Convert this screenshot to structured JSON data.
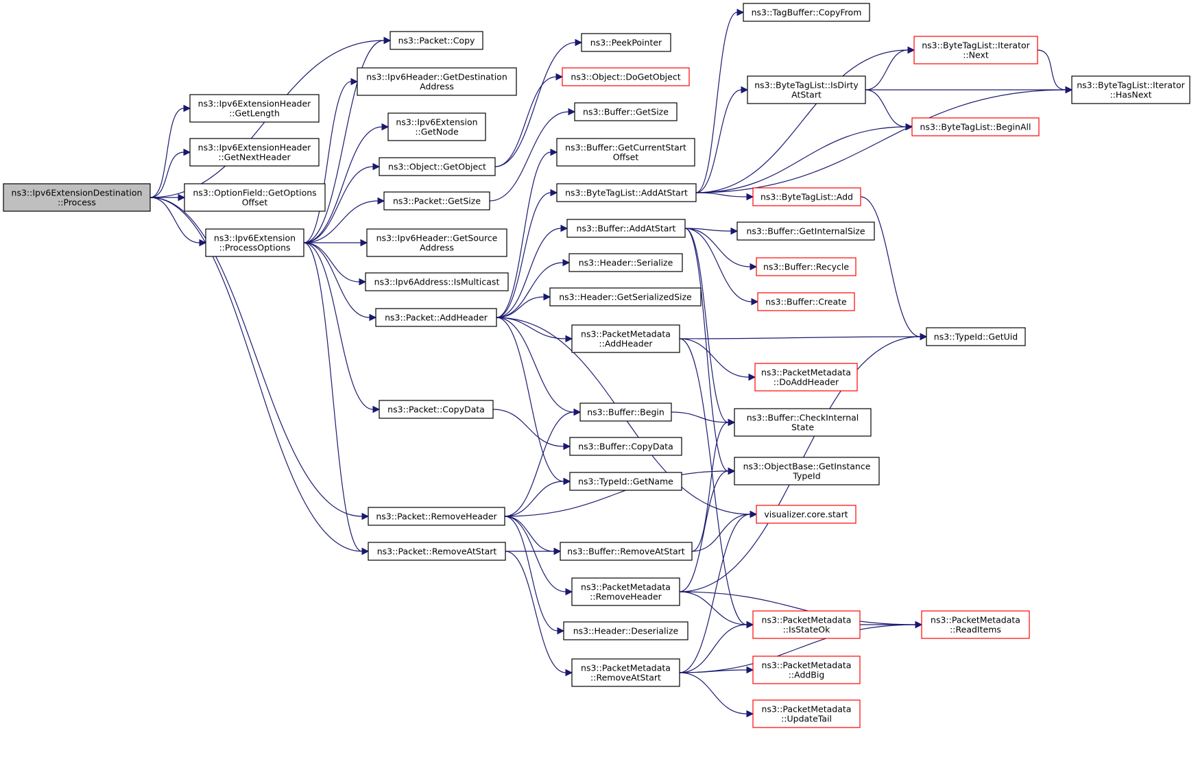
{
  "colors": {
    "edge": "#191970",
    "normal_border": "#000000",
    "truncated_border": "#ff0000",
    "root_fill": "#bfbfbf",
    "fill": "#ffffff"
  },
  "nodes": [
    {
      "id": "root",
      "label": [
        "ns3::Ipv6ExtensionDestination",
        "::Process"
      ],
      "kind": "root"
    },
    {
      "id": "copy",
      "label": [
        "ns3::Packet::Copy"
      ],
      "kind": "normal"
    },
    {
      "id": "getlength",
      "label": [
        "ns3::Ipv6ExtensionHeader",
        "::GetLength"
      ],
      "kind": "normal"
    },
    {
      "id": "getnexthdr",
      "label": [
        "ns3::Ipv6ExtensionHeader",
        "::GetNextHeader"
      ],
      "kind": "normal"
    },
    {
      "id": "optfield",
      "label": [
        "ns3::OptionField::GetOptions",
        "Offset"
      ],
      "kind": "normal"
    },
    {
      "id": "procopts",
      "label": [
        "ns3::Ipv6Extension",
        "::ProcessOptions"
      ],
      "kind": "normal"
    },
    {
      "id": "getdest",
      "label": [
        "ns3::Ipv6Header::GetDestination",
        "Address"
      ],
      "kind": "normal"
    },
    {
      "id": "getnode",
      "label": [
        "ns3::Ipv6Extension",
        "::GetNode"
      ],
      "kind": "normal"
    },
    {
      "id": "getobject",
      "label": [
        "ns3::Object::GetObject"
      ],
      "kind": "normal"
    },
    {
      "id": "pktgetsize",
      "label": [
        "ns3::Packet::GetSize"
      ],
      "kind": "normal"
    },
    {
      "id": "getsrc",
      "label": [
        "ns3::Ipv6Header::GetSource",
        "Address"
      ],
      "kind": "normal"
    },
    {
      "id": "ismcast",
      "label": [
        "ns3::Ipv6Address::IsMulticast"
      ],
      "kind": "normal"
    },
    {
      "id": "addheader",
      "label": [
        "ns3::Packet::AddHeader"
      ],
      "kind": "normal"
    },
    {
      "id": "copydata",
      "label": [
        "ns3::Packet::CopyData"
      ],
      "kind": "normal"
    },
    {
      "id": "removeheader",
      "label": [
        "ns3::Packet::RemoveHeader"
      ],
      "kind": "normal"
    },
    {
      "id": "removeatstart",
      "label": [
        "ns3::Packet::RemoveAtStart"
      ],
      "kind": "normal"
    },
    {
      "id": "peekptr",
      "label": [
        "ns3::PeekPointer"
      ],
      "kind": "normal"
    },
    {
      "id": "dogetobj",
      "label": [
        "ns3::Object::DoGetObject"
      ],
      "kind": "truncated"
    },
    {
      "id": "bufgetsize",
      "label": [
        "ns3::Buffer::GetSize"
      ],
      "kind": "normal"
    },
    {
      "id": "bufcurstart",
      "label": [
        "ns3::Buffer::GetCurrentStart",
        "Offset"
      ],
      "kind": "normal"
    },
    {
      "id": "btladdatstart",
      "label": [
        "ns3::ByteTagList::AddAtStart"
      ],
      "kind": "normal"
    },
    {
      "id": "bufaddatstart",
      "label": [
        "ns3::Buffer::AddAtStart"
      ],
      "kind": "normal"
    },
    {
      "id": "hdrserialize",
      "label": [
        "ns3::Header::Serialize"
      ],
      "kind": "normal"
    },
    {
      "id": "hdrgetsersize",
      "label": [
        "ns3::Header::GetSerializedSize"
      ],
      "kind": "normal"
    },
    {
      "id": "pmaddheader",
      "label": [
        "ns3::PacketMetadata",
        "::AddHeader"
      ],
      "kind": "normal"
    },
    {
      "id": "bufbegin",
      "label": [
        "ns3::Buffer::Begin"
      ],
      "kind": "normal"
    },
    {
      "id": "bufcopydata",
      "label": [
        "ns3::Buffer::CopyData"
      ],
      "kind": "normal"
    },
    {
      "id": "typeidgetname",
      "label": [
        "ns3::TypeId::GetName"
      ],
      "kind": "normal"
    },
    {
      "id": "bufremoveatstart",
      "label": [
        "ns3::Buffer::RemoveAtStart"
      ],
      "kind": "normal"
    },
    {
      "id": "pmremoveheader",
      "label": [
        "ns3::PacketMetadata",
        "::RemoveHeader"
      ],
      "kind": "normal"
    },
    {
      "id": "hdrdeserialize",
      "label": [
        "ns3::Header::Deserialize"
      ],
      "kind": "normal"
    },
    {
      "id": "pmremoveatstart",
      "label": [
        "ns3::PacketMetadata",
        "::RemoveAtStart"
      ],
      "kind": "normal"
    },
    {
      "id": "tagcopyfrom",
      "label": [
        "ns3::TagBuffer::CopyFrom"
      ],
      "kind": "normal"
    },
    {
      "id": "btlisdirty",
      "label": [
        "ns3::ByteTagList::IsDirty",
        "AtStart"
      ],
      "kind": "normal"
    },
    {
      "id": "btladd",
      "label": [
        "ns3::ByteTagList::Add"
      ],
      "kind": "truncated"
    },
    {
      "id": "bufgetintsize",
      "label": [
        "ns3::Buffer::GetInternalSize"
      ],
      "kind": "normal"
    },
    {
      "id": "bufrecycle",
      "label": [
        "ns3::Buffer::Recycle"
      ],
      "kind": "truncated"
    },
    {
      "id": "bufcreate",
      "label": [
        "ns3::Buffer::Create"
      ],
      "kind": "truncated"
    },
    {
      "id": "pmdoaddheader",
      "label": [
        "ns3::PacketMetadata",
        "::DoAddHeader"
      ],
      "kind": "truncated"
    },
    {
      "id": "bufcheckint",
      "label": [
        "ns3::Buffer::CheckInternal",
        "State"
      ],
      "kind": "normal"
    },
    {
      "id": "objgetinst",
      "label": [
        "ns3::ObjectBase::GetInstance",
        "TypeId"
      ],
      "kind": "normal"
    },
    {
      "id": "vizstart",
      "label": [
        "visualizer.core.start"
      ],
      "kind": "truncated"
    },
    {
      "id": "pmisstateok",
      "label": [
        "ns3::PacketMetadata",
        "::IsStateOk"
      ],
      "kind": "truncated"
    },
    {
      "id": "pmaddbig",
      "label": [
        "ns3::PacketMetadata",
        "::AddBig"
      ],
      "kind": "truncated"
    },
    {
      "id": "pmupdatetail",
      "label": [
        "ns3::PacketMetadata",
        "::UpdateTail"
      ],
      "kind": "truncated"
    },
    {
      "id": "btlitnext",
      "label": [
        "ns3::ByteTagList::Iterator",
        "::Next"
      ],
      "kind": "truncated"
    },
    {
      "id": "btlbeginall",
      "label": [
        "ns3::ByteTagList::BeginAll"
      ],
      "kind": "truncated"
    },
    {
      "id": "btlithasnext",
      "label": [
        "ns3::ByteTagList::Iterator",
        "::HasNext"
      ],
      "kind": "normal"
    },
    {
      "id": "typeidgetuid",
      "label": [
        "ns3::TypeId::GetUid"
      ],
      "kind": "normal"
    },
    {
      "id": "pmreaditems",
      "label": [
        "ns3::PacketMetadata",
        "::ReadItems"
      ],
      "kind": "truncated"
    }
  ],
  "edges": [
    [
      "root",
      "copy"
    ],
    [
      "root",
      "getlength"
    ],
    [
      "root",
      "getnexthdr"
    ],
    [
      "root",
      "optfield"
    ],
    [
      "root",
      "procopts"
    ],
    [
      "root",
      "removeheader"
    ],
    [
      "root",
      "removeatstart"
    ],
    [
      "procopts",
      "copy"
    ],
    [
      "procopts",
      "getdest"
    ],
    [
      "procopts",
      "getnode"
    ],
    [
      "procopts",
      "getobject"
    ],
    [
      "procopts",
      "pktgetsize"
    ],
    [
      "procopts",
      "getsrc"
    ],
    [
      "procopts",
      "ismcast"
    ],
    [
      "procopts",
      "addheader"
    ],
    [
      "procopts",
      "copydata"
    ],
    [
      "procopts",
      "removeatstart"
    ],
    [
      "getobject",
      "peekptr"
    ],
    [
      "getobject",
      "dogetobj"
    ],
    [
      "pktgetsize",
      "bufgetsize"
    ],
    [
      "addheader",
      "bufcurstart"
    ],
    [
      "addheader",
      "btladdatstart"
    ],
    [
      "addheader",
      "bufaddatstart"
    ],
    [
      "addheader",
      "hdrserialize"
    ],
    [
      "addheader",
      "hdrgetsersize"
    ],
    [
      "addheader",
      "pmaddheader"
    ],
    [
      "addheader",
      "bufbegin"
    ],
    [
      "addheader",
      "typeidgetname"
    ],
    [
      "addheader",
      "vizstart"
    ],
    [
      "copydata",
      "bufcopydata"
    ],
    [
      "removeheader",
      "bufbegin"
    ],
    [
      "removeheader",
      "typeidgetname"
    ],
    [
      "removeheader",
      "objgetinst"
    ],
    [
      "removeheader",
      "bufremoveatstart"
    ],
    [
      "removeheader",
      "pmremoveheader"
    ],
    [
      "removeheader",
      "hdrdeserialize"
    ],
    [
      "removeatstart",
      "bufremoveatstart"
    ],
    [
      "removeatstart",
      "pmremoveatstart"
    ],
    [
      "btladdatstart",
      "tagcopyfrom"
    ],
    [
      "btladdatstart",
      "btlitnext"
    ],
    [
      "btladdatstart",
      "btlisdirty"
    ],
    [
      "btladdatstart",
      "btlbeginall"
    ],
    [
      "btladdatstart",
      "btlithasnext"
    ],
    [
      "btladdatstart",
      "btladd"
    ],
    [
      "btlisdirty",
      "btlitnext"
    ],
    [
      "btlisdirty",
      "btlithasnext"
    ],
    [
      "btlisdirty",
      "btlbeginall"
    ],
    [
      "btlitnext",
      "btlithasnext"
    ],
    [
      "btladd",
      "typeidgetuid"
    ],
    [
      "bufaddatstart",
      "bufgetintsize"
    ],
    [
      "bufaddatstart",
      "bufrecycle"
    ],
    [
      "bufaddatstart",
      "bufcreate"
    ],
    [
      "bufaddatstart",
      "bufcheckint"
    ],
    [
      "bufaddatstart",
      "objgetinst"
    ],
    [
      "pmaddheader",
      "typeidgetuid"
    ],
    [
      "pmaddheader",
      "pmdoaddheader"
    ],
    [
      "pmaddheader",
      "pmisstateok"
    ],
    [
      "bufbegin",
      "bufcheckint"
    ],
    [
      "bufremoveatstart",
      "bufcheckint"
    ],
    [
      "bufremoveatstart",
      "vizstart"
    ],
    [
      "pmremoveheader",
      "typeidgetuid"
    ],
    [
      "pmremoveheader",
      "objgetinst"
    ],
    [
      "pmremoveheader",
      "pmisstateok"
    ],
    [
      "pmremoveheader",
      "pmreaditems"
    ],
    [
      "pmremoveatstart",
      "vizstart"
    ],
    [
      "pmremoveatstart",
      "pmisstateok"
    ],
    [
      "pmremoveatstart",
      "pmaddbig"
    ],
    [
      "pmremoveatstart",
      "pmupdatetail"
    ],
    [
      "pmremoveatstart",
      "pmreaditems"
    ],
    [
      "pmisstateok",
      "pmreaditems"
    ]
  ]
}
